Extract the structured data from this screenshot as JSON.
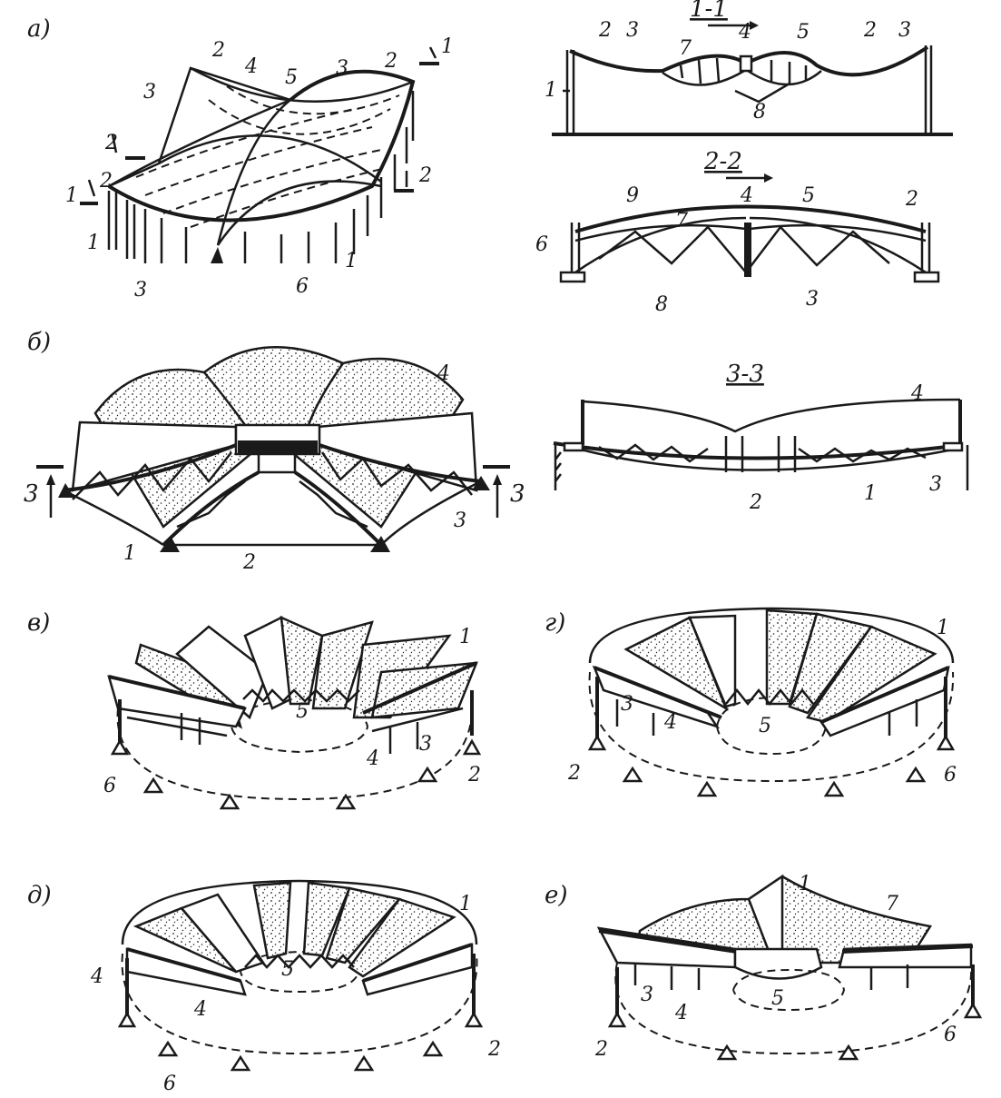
{
  "panels": [
    {
      "id": "a",
      "label": "а)"
    },
    {
      "id": "b",
      "label": "б)"
    },
    {
      "id": "v",
      "label": "в)"
    },
    {
      "id": "g",
      "label": "г)"
    },
    {
      "id": "d",
      "label": "д)"
    },
    {
      "id": "e",
      "label": "е)"
    }
  ],
  "sections": {
    "s11": "1-1",
    "s22": "2-2",
    "s33": "3-3"
  },
  "cut_marks": {
    "one": "1",
    "two": "2",
    "three": "3"
  },
  "numbers": [
    "1",
    "2",
    "3",
    "4",
    "5",
    "6",
    "7",
    "8",
    "9"
  ]
}
